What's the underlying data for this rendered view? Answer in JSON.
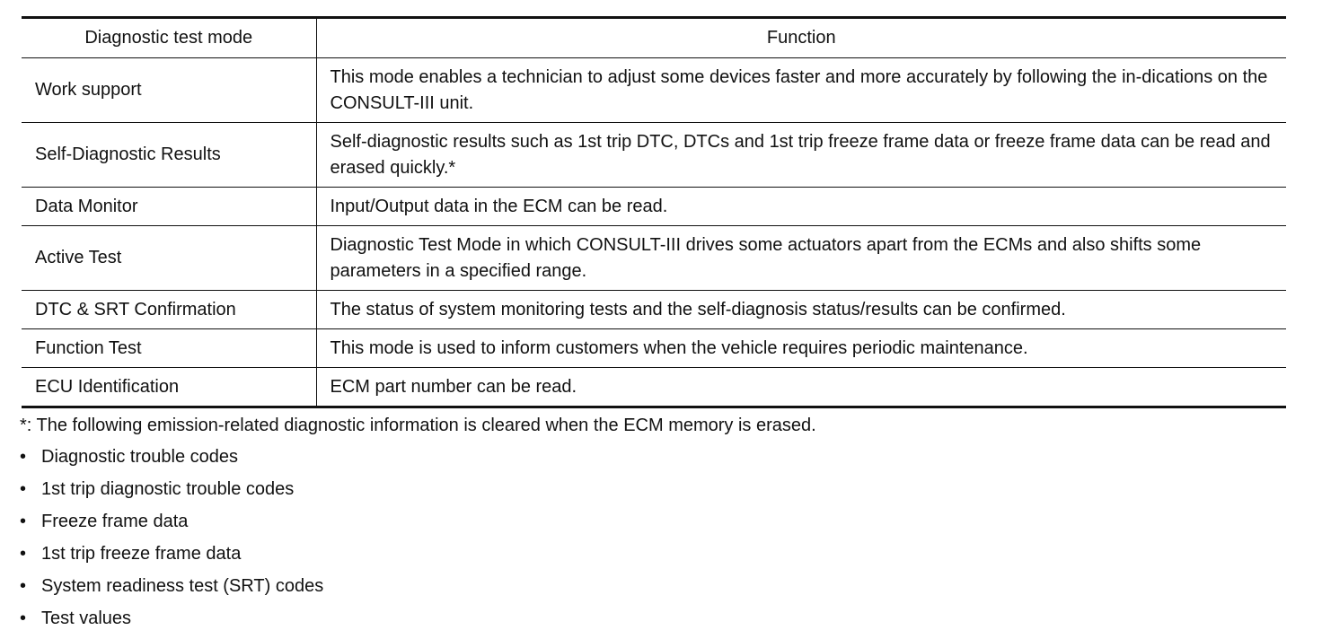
{
  "table": {
    "headers": [
      "Diagnostic test mode",
      "Function"
    ],
    "rows": [
      {
        "mode": "Work support",
        "function": "This mode enables a technician to adjust some devices faster and more accurately by following the in-dications on the CONSULT-III unit."
      },
      {
        "mode": "Self-Diagnostic Results",
        "function": "Self-diagnostic results such as 1st trip DTC, DTCs and 1st trip freeze frame data or freeze frame data can be read and erased quickly.*"
      },
      {
        "mode": "Data Monitor",
        "function": "Input/Output data in the ECM can be read."
      },
      {
        "mode": "Active Test",
        "function": "Diagnostic Test Mode in which CONSULT-III drives some actuators apart from the ECMs and also shifts some parameters in a specified range."
      },
      {
        "mode": "DTC & SRT Confirmation",
        "function": "The status of system monitoring tests and the self-diagnosis status/results can be confirmed."
      },
      {
        "mode": "Function Test",
        "function": "This mode is used to inform customers when the vehicle requires periodic maintenance."
      },
      {
        "mode": "ECU Identification",
        "function": "ECM part number can be read."
      }
    ]
  },
  "note": "*: The following emission-related diagnostic information is cleared when the ECM memory is erased.",
  "bullet_glyph": "•",
  "bullets": [
    "Diagnostic trouble codes",
    "1st trip diagnostic trouble codes",
    "Freeze frame data",
    "1st trip freeze frame data",
    "System readiness test (SRT) codes",
    "Test values"
  ]
}
